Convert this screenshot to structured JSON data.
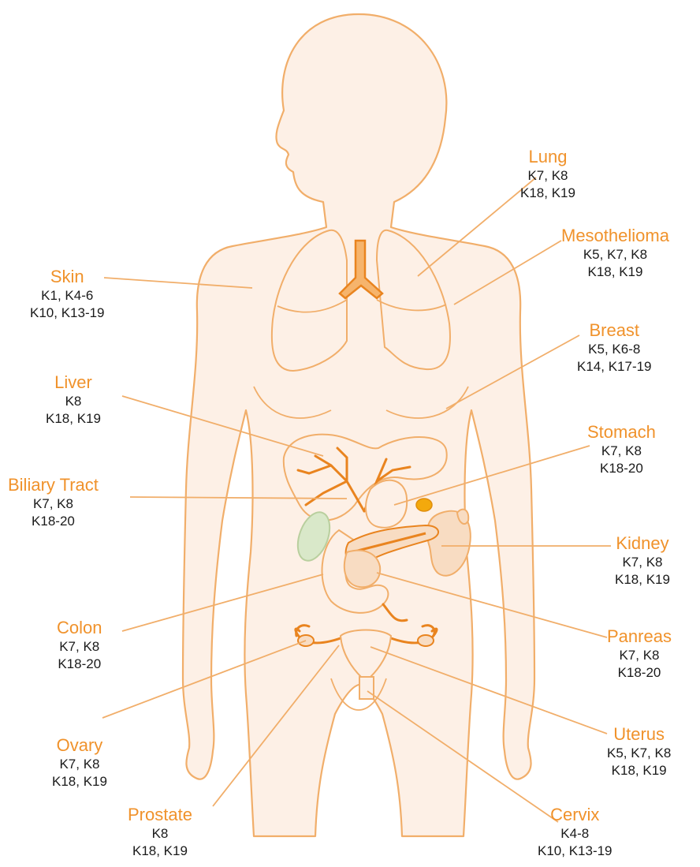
{
  "colors": {
    "outline": "#f1ae6a",
    "fill": "#fdf0e6",
    "accent": "#e9841f",
    "label": "#f0922b",
    "text": "#1a1a1a",
    "gallbladder": "#d9e8c9",
    "adrenal": "#f3a90d"
  },
  "labels": {
    "lung": {
      "name": "Lung",
      "lines": [
        "K7, K8",
        "K18, K19"
      ]
    },
    "meso": {
      "name": "Mesothelioma",
      "lines": [
        "K5, K7, K8",
        "K18, K19"
      ]
    },
    "skin": {
      "name": "Skin",
      "lines": [
        "K1, K4-6",
        "K10, K13-19"
      ]
    },
    "breast": {
      "name": "Breast",
      "lines": [
        "K5, K6-8",
        "K14, K17-19"
      ]
    },
    "liver": {
      "name": "Liver",
      "lines": [
        "K8",
        "K18, K19"
      ]
    },
    "stomach": {
      "name": "Stomach",
      "lines": [
        "K7, K8",
        "K18-20"
      ]
    },
    "biliary": {
      "name": "Biliary Tract",
      "lines": [
        "K7, K8",
        "K18-20"
      ]
    },
    "kidney": {
      "name": "Kidney",
      "lines": [
        "K7, K8",
        "K18, K19"
      ]
    },
    "colon": {
      "name": "Colon",
      "lines": [
        "K7, K8",
        "K18-20"
      ]
    },
    "pancreas": {
      "name": "Panreas",
      "lines": [
        "K7, K8",
        "K18-20"
      ]
    },
    "ovary": {
      "name": "Ovary",
      "lines": [
        "K7, K8",
        "K18, K19"
      ]
    },
    "uterus": {
      "name": "Uterus",
      "lines": [
        "K5, K7, K8",
        "K18, K19"
      ]
    },
    "prostate": {
      "name": "Prostate",
      "lines": [
        "K8",
        "K18, K19"
      ]
    },
    "cervix": {
      "name": "Cervix",
      "lines": [
        "K4-8",
        "K10, K13-19"
      ]
    }
  }
}
